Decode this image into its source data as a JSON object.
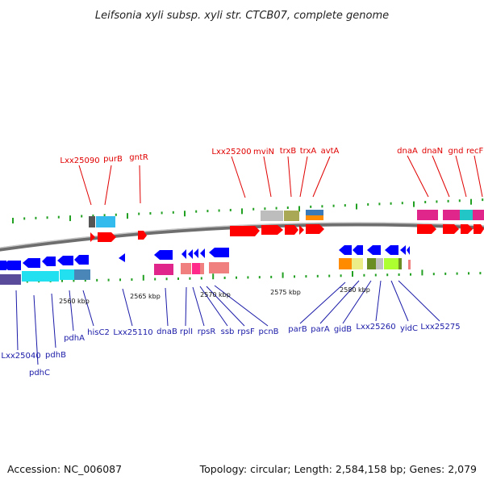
{
  "title": "Leifsonia xyli subsp. xyli str. CTCB07, complete genome",
  "footer": {
    "accession": "Accession: NC_006087",
    "summary": "Topology: circular; Length: 2,584,158 bp; Genes: 2,079"
  },
  "kbp_ticks": [
    "2560 kbp",
    "2565 kbp",
    "2570 kbp",
    "2575 kbp",
    "2580 kbp"
  ],
  "genes_forward": [
    "Lxx25090",
    "purB",
    "gntR",
    "Lxx25200",
    "mviN",
    "trxB",
    "trxA",
    "avtA",
    "dnaA",
    "dnaN",
    "gnd",
    "recF"
  ],
  "genes_reverse": [
    "Lxx25040",
    "pdhC",
    "pdhB",
    "pdhA",
    "hisC2",
    "Lxx25110",
    "dnaB",
    "rplI",
    "rpsR",
    "ssb",
    "rpsF",
    "pcnB",
    "parB",
    "parA",
    "gidB",
    "Lxx25260",
    "yidC",
    "Lxx25275"
  ],
  "colors": {
    "forward_gene": "#ff0000",
    "reverse_gene": "#0000ff",
    "forward_label": "#e00000",
    "reverse_label": "#1a1aa8",
    "backbone": "#888888",
    "gc_skew": "#22a022"
  }
}
